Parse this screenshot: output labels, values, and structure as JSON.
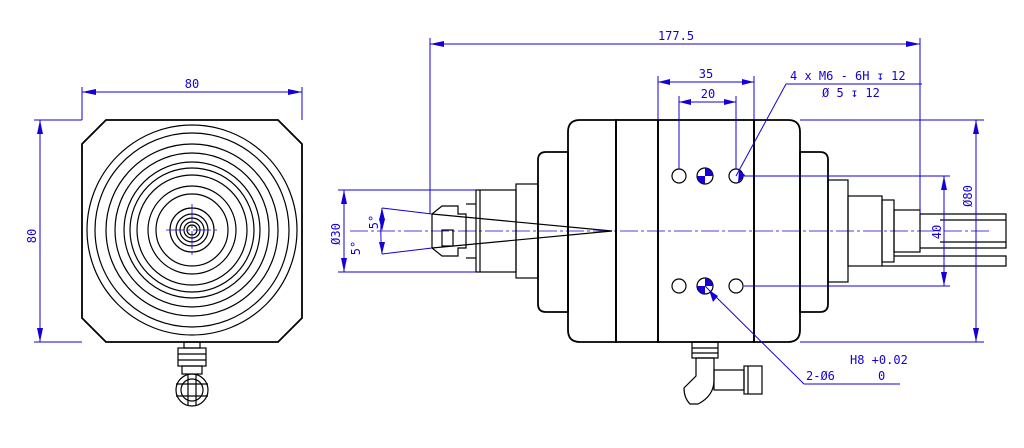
{
  "dimensions": {
    "front_width": "80",
    "front_height": "80",
    "overall_length": "177.5",
    "hole_pattern_outer": "35",
    "hole_pattern_inner": "20",
    "thread_spec_line1": "4 x  M6 - 6H ↧ 12",
    "thread_spec_line2": "Ø 5 ↧ 12",
    "angle_upper": "5°",
    "angle_lower": "5°",
    "nose_diameter": "Ø30",
    "body_diameter": "Ø80",
    "tail_height": "40",
    "dowel_spec": "2-Ø6",
    "tolerance_fit": "H8 +0.02",
    "tolerance_lower": "0"
  },
  "colors": {
    "outline": "#000000",
    "dimension": "#1400d6"
  }
}
